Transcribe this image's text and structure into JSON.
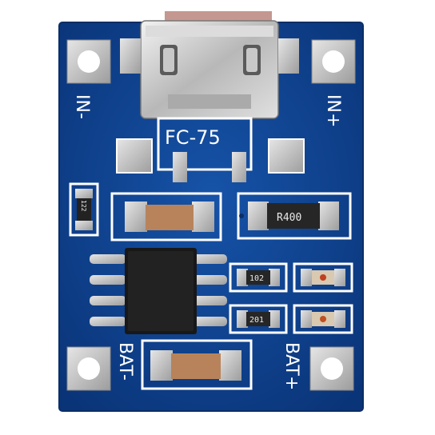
{
  "board": {
    "connector_label": "FC-75",
    "in_minus": "IN-",
    "in_plus": "IN+",
    "bat_minus": "BAT-",
    "bat_plus": "BAT+",
    "resistor_r4": "R400",
    "resistor_122": "122",
    "resistor_102": "102",
    "resistor_201": "201"
  },
  "colors": {
    "pcb_blue": "#0d3f8a",
    "silkscreen": "#ffffff",
    "solder": "#c9c9c9",
    "ic_black": "#1a1a1a"
  }
}
